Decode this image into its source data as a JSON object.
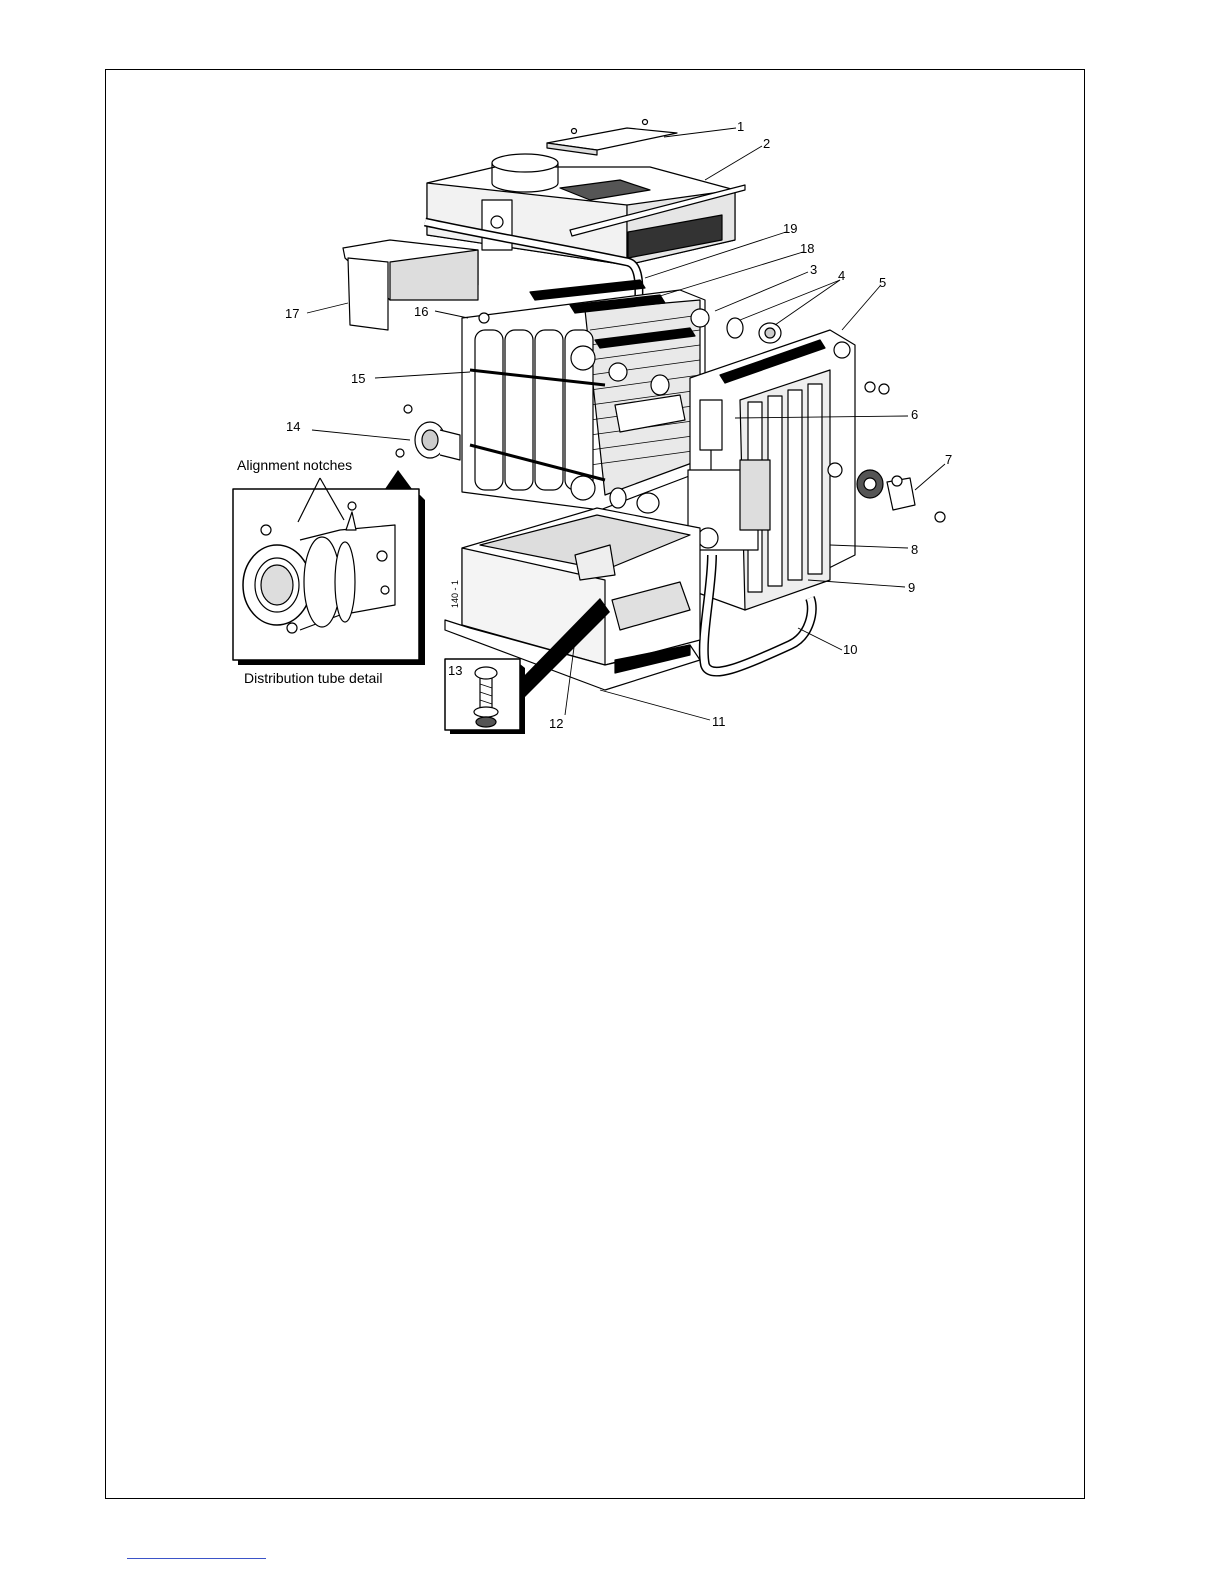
{
  "labels": {
    "l1": "1",
    "l2": "2",
    "l3": "3",
    "l4": "4",
    "l5": "5",
    "l6": "6",
    "l7": "7",
    "l8": "8",
    "l9": "9",
    "l10": "10",
    "l11": "11",
    "l12": "12",
    "l13": "13",
    "l14": "14",
    "l15": "15",
    "l16": "16",
    "l17": "17",
    "l18": "18",
    "l19": "19"
  },
  "captions": {
    "alignment": "Alignment notches",
    "distribution": "Distribution tube detail"
  },
  "figure_code": "140 - 1",
  "colors": {
    "line": "#000000",
    "shade": "#d4d4d4",
    "footer_line": "#3b53c8"
  }
}
